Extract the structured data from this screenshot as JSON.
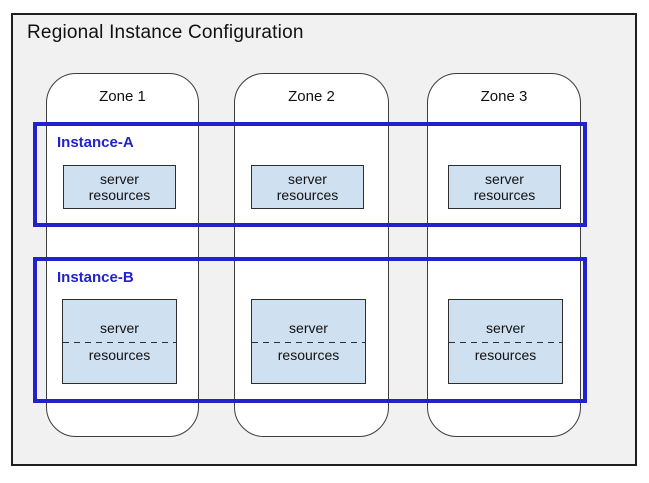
{
  "title": "Regional Instance Configuration",
  "zones": [
    {
      "label": "Zone 1"
    },
    {
      "label": "Zone 2"
    },
    {
      "label": "Zone 3"
    }
  ],
  "instances": [
    {
      "label": "Instance-A"
    },
    {
      "label": "Instance-B"
    }
  ],
  "server_box": {
    "line1": "server",
    "line2": "resources"
  },
  "colors": {
    "frame-bg": "#f1f1f1",
    "frame-border": "#1f1f1f",
    "zone-border": "#3d3d3d",
    "instance-blue": "#2222cc",
    "server-fill": "#cfe0f1",
    "server-border": "#2e2e2e",
    "text": "#111111"
  }
}
